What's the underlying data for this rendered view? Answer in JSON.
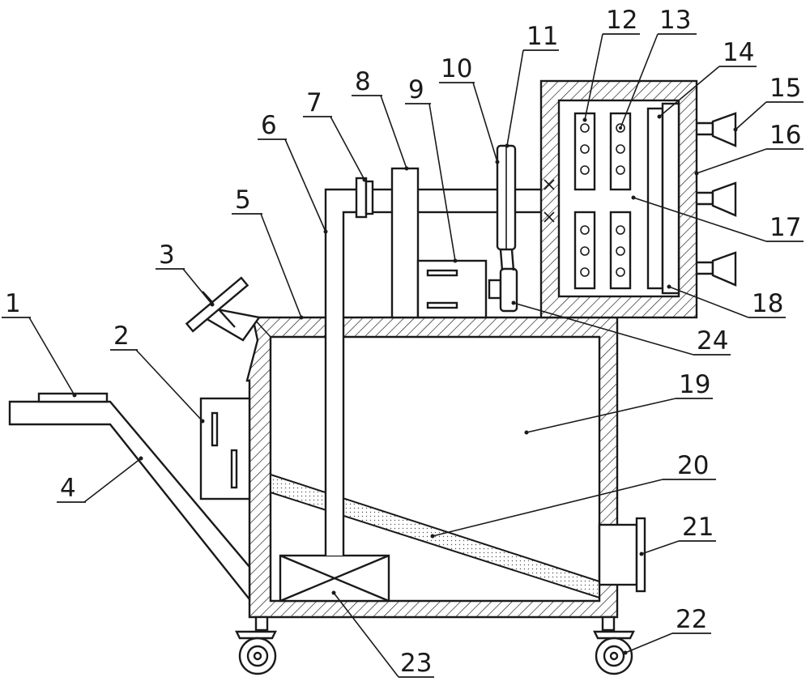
{
  "labels": [
    {
      "id": "1",
      "text": "1"
    },
    {
      "id": "2",
      "text": "2"
    },
    {
      "id": "3",
      "text": "3"
    },
    {
      "id": "4",
      "text": "4"
    },
    {
      "id": "5",
      "text": "5"
    },
    {
      "id": "6",
      "text": "6"
    },
    {
      "id": "7",
      "text": "7"
    },
    {
      "id": "8",
      "text": "8"
    },
    {
      "id": "9",
      "text": "9"
    },
    {
      "id": "10",
      "text": "10"
    },
    {
      "id": "11",
      "text": "11"
    },
    {
      "id": "12",
      "text": "12"
    },
    {
      "id": "13",
      "text": "13"
    },
    {
      "id": "14",
      "text": "14"
    },
    {
      "id": "15",
      "text": "15"
    },
    {
      "id": "16",
      "text": "16"
    },
    {
      "id": "17",
      "text": "17"
    },
    {
      "id": "18",
      "text": "18"
    },
    {
      "id": "19",
      "text": "19"
    },
    {
      "id": "20",
      "text": "20"
    },
    {
      "id": "21",
      "text": "21"
    },
    {
      "id": "22",
      "text": "22"
    },
    {
      "id": "23",
      "text": "23"
    },
    {
      "id": "24",
      "text": "24"
    }
  ]
}
